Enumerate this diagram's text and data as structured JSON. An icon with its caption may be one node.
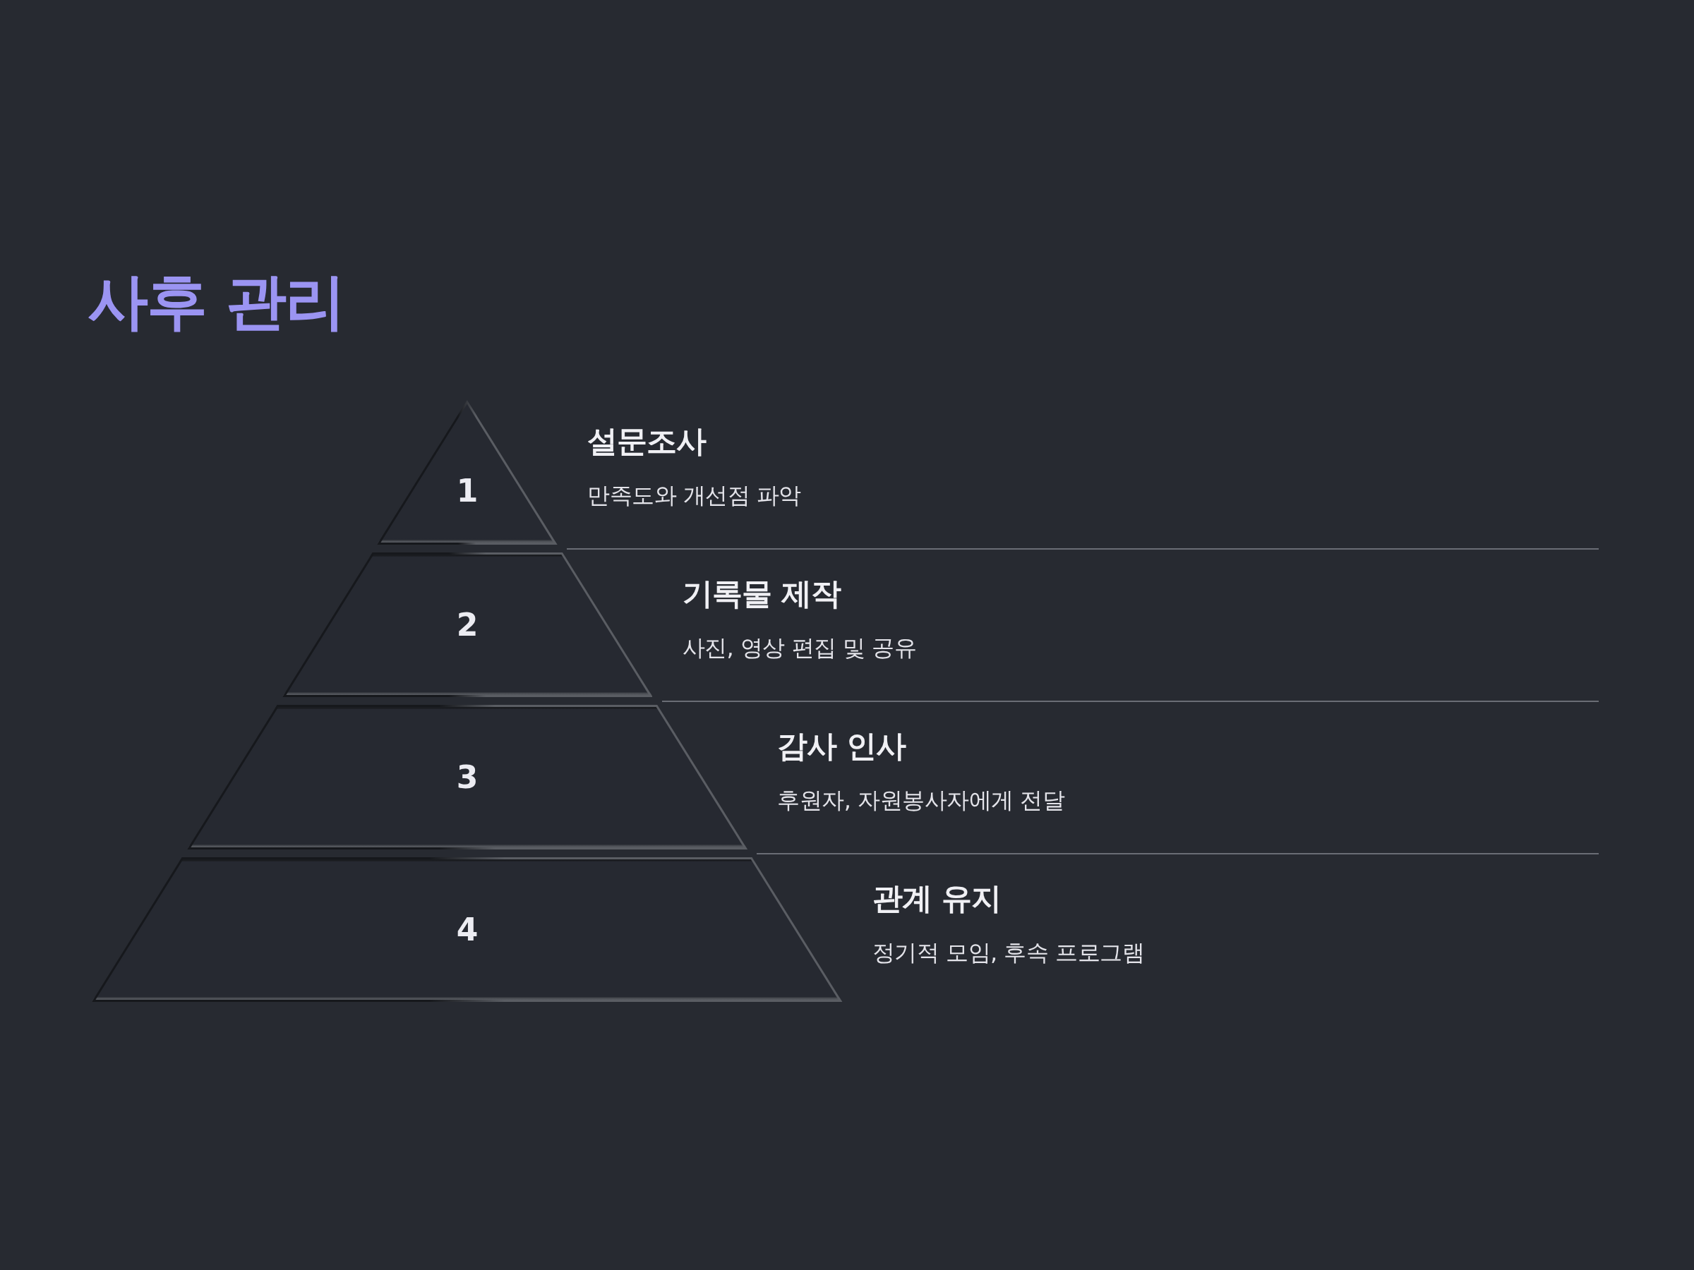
{
  "diagram": {
    "title": "사후 관리",
    "nodes": [
      {
        "text": [
          "1"
        ],
        "beside": [
          "설문조사",
          "만족도와 개선점 파악"
        ]
      },
      {
        "text": [
          "2"
        ],
        "beside": [
          "기록물 제작",
          "사진, 영상 편집 및 공유"
        ]
      },
      {
        "text": [
          "3"
        ],
        "beside": [
          "감사 인사",
          "후원자, 자원봉사자에게 전달"
        ]
      },
      {
        "text": [
          "4"
        ],
        "beside": [
          "관계 유지",
          "정기적 모임, 후속 프로그램"
        ]
      }
    ]
  }
}
